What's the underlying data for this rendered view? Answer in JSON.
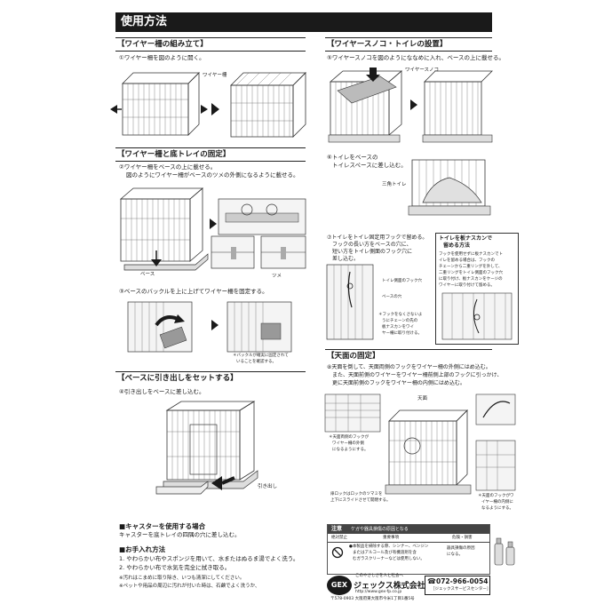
{
  "title": "使用方法",
  "left": {
    "s1": {
      "head": "【ワイヤー柵の組み立て】",
      "step": "①ワイヤー柵を図のように開く。",
      "label_wire": "ワイヤー柵"
    },
    "s2": {
      "head": "【ワイヤー柵と底トレイの固定】",
      "step_l1": "②ワイヤー柵をベースの上に載せる。",
      "step_l2": "図のようにワイヤー柵がベースのツメの外側になるように載せる。",
      "label_base": "ベース",
      "label_tsume": "ツメ",
      "step3": "③ベースのバックルを上に上げてワイヤー柵を固定する。",
      "note_l1": "＊バックルが確実に固定されて",
      "note_l2": "いることを確認する。"
    },
    "s3": {
      "head": "【ベースに引き出しをセットする】",
      "step": "④引き出しをベースに差し込む。",
      "label_drawer": "引き出し"
    }
  },
  "right": {
    "s4": {
      "head": "【ワイヤースノコ・トイレの設置】",
      "step": "⑤ワイヤースノコを図のようにななめに入れ、ベースの上に載せる。",
      "label_sunoko": "ワイヤースノコ"
    },
    "s5": {
      "step_l1": "⑥トイレをベースの",
      "step_l2": "トイレスペースに差し込む。",
      "label_toilet": "三角トイレ"
    },
    "s6": {
      "step_l1": "⑦トイレをトイレ固定用フックで留める。",
      "step_l2": "フックの長い方をベースの穴に、",
      "step_l3": "短い方をトイレ側面のフック穴に",
      "step_l4": "差し込む。",
      "label_hook_hole": "トイレ側面のフック穴",
      "label_base_hole": "ベースの穴",
      "note_l1": "＊フックをなくさないよ",
      "note_l2": "うにチェーンの先の",
      "note_l3": "板ナスカンをワイ",
      "note_l4": "ヤー柵に取り付ける。",
      "box_title_l1": "トイレを板ナスカンで",
      "box_title_l2": "留める方法",
      "box_l1": "フックを使用せずに板ナスカンでト",
      "box_l2": "イレを留める場合は、フックの",
      "box_l3": "チェーンから二重リングを外して、",
      "box_l4": "二重リングをトイレ側面のフック穴",
      "box_l5": "に取り付け、板ナスカンをケージの",
      "box_l6": "ワイヤーに取り付けて留める。"
    },
    "s7": {
      "head": "【天面の固定】",
      "step_l1": "⑧天面を倒して、天面両側のフックをワイヤー柵の外側にはめ込む。",
      "step_l2": "また、天面前側のワイヤーをワイヤー柵前側上部のフックに引っかけ、",
      "step_l3": "更に天面前側のフックをワイヤー柵の内側にはめ込む。",
      "label_tenmen": "天面",
      "note_a_l1": "＊天面両側のフックが",
      "note_a_l2": "ワイヤー柵の外側",
      "note_a_l3": "になるようにする。",
      "note_b_l1": "扉ロックはロックのツマミを",
      "note_b_l2": "上下にスライドさせて開閉する。",
      "note_c_l1": "＊天面のフックがワ",
      "note_c_l2": "イヤー柵の内側に",
      "note_c_l3": "なるようにする。"
    }
  },
  "caster": {
    "head": "■キャスターを使用する場合",
    "text": "キャスターを底トレイの四隅の穴に差し込む。"
  },
  "care": {
    "head": "■お手入れ方法",
    "l1": "1. やわらかい布やスポンジを用いて、水またはぬるま湯でよく洗う。",
    "l2": "2. やわらかい布で水気を完全に拭き取る。",
    "n1": "※汚れはこまめに取り除き、いつも清潔にしてください。",
    "n2": "※ペットや用品の周辺に汚れが付いた時は、石鹸でよく洗うか、"
  },
  "caution_box": {
    "head": "注意",
    "head_sub": "ケガや器具損傷の原因となる",
    "col1": "絶対禁止",
    "col2": "重要事項",
    "col3": "危険・損害",
    "text_l1": "●本製品を掃除する際、シンナー、ベンジン",
    "text_l2": "またはアルコール及び有機溶剤を含",
    "text_l3": "むガラスクリーナーなどは使用しない。",
    "side_l1": "器具損傷の原因",
    "side_l2": "になる。"
  },
  "footer": {
    "logo": "GEX",
    "tagline": "このやさしさを人と社会へ",
    "company": "ジェックス株式会社",
    "url": "http://www.gex-fp.co.jp",
    "address": "〒578-0903 大阪府東大阪市今米1丁目1番5号",
    "phone": "072-966-0054",
    "service": "［ジェックスサービスセンター］"
  }
}
